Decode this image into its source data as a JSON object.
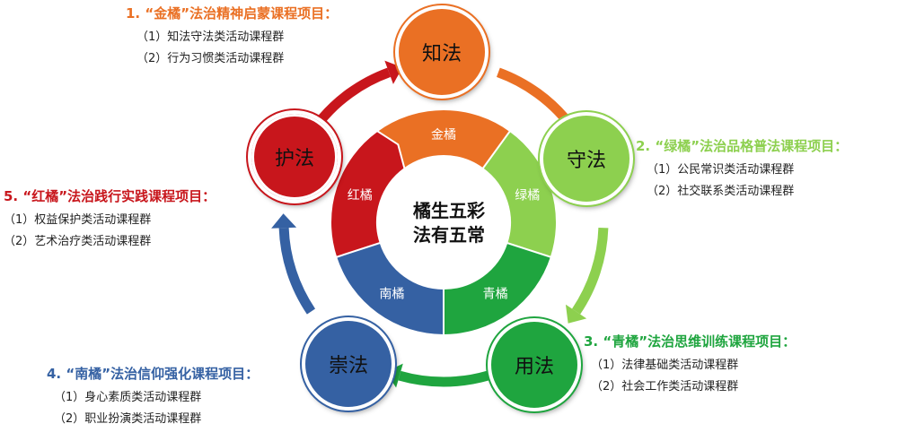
{
  "center": {
    "line1": "橘生五彩",
    "line2": "法有五常"
  },
  "ring_segments": [
    {
      "label": "金橘",
      "color": "#ea7024"
    },
    {
      "label": "绿橘",
      "color": "#8dd04f"
    },
    {
      "label": "青橘",
      "color": "#1fa53f"
    },
    {
      "label": "南橘",
      "color": "#3561a3"
    },
    {
      "label": "红橘",
      "color": "#c8161c"
    }
  ],
  "nodes": [
    {
      "label": "知法",
      "color": "#ea7024"
    },
    {
      "label": "守法",
      "color": "#8dd04f"
    },
    {
      "label": "用法",
      "color": "#1fa53f"
    },
    {
      "label": "崇法",
      "color": "#3561a3"
    },
    {
      "label": "护法",
      "color": "#c8161c"
    }
  ],
  "projects": [
    {
      "title": "1. “金橘”法治精神启蒙课程项目：",
      "color": "#ea7024",
      "items": [
        "（1）知法守法类活动课程群",
        "（2）行为习惯类活动课程群"
      ]
    },
    {
      "title": "2. “绿橘”法治品格普法课程项目：",
      "color": "#8dd04f",
      "items": [
        "（1）公民常识类活动课程群",
        "（2）社交联系类活动课程群"
      ]
    },
    {
      "title": "3. “青橘”法治思维训练课程项目：",
      "color": "#1fa53f",
      "items": [
        "（1）法律基础类活动课程群",
        "（2）社会工作类活动课程群"
      ]
    },
    {
      "title": "4. “南橘”法治信仰强化课程项目：",
      "color": "#3561a3",
      "items": [
        "（1）身心素质类活动课程群",
        "（2）职业扮演类活动课程群"
      ]
    },
    {
      "title": "5. “红橘”法治践行实践课程项目：",
      "color": "#c8161c",
      "items": [
        "（1）权益保护类活动课程群",
        "（2）艺术治疗类活动课程群"
      ]
    }
  ]
}
